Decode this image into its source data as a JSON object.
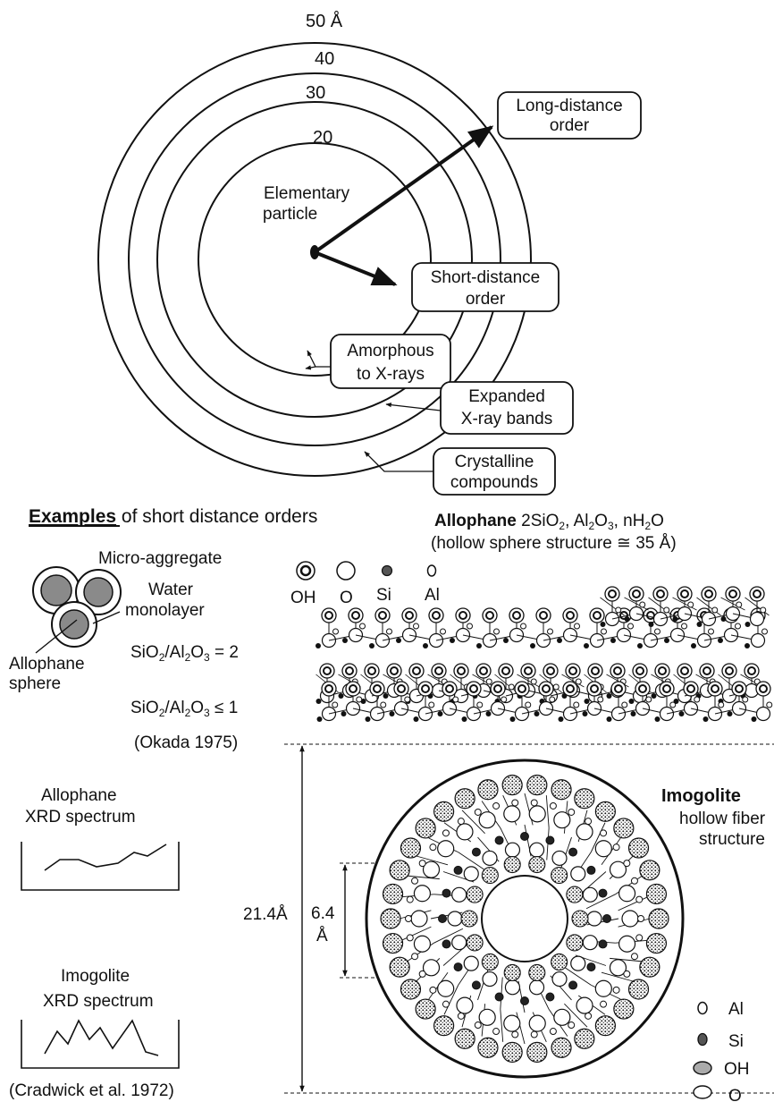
{
  "rings": {
    "r50": "50 Å",
    "r40": "40",
    "r30": "30",
    "r20": "20",
    "center_label": [
      "Elementary",
      "particle"
    ]
  },
  "callouts": {
    "long_distance": [
      "Long-distance",
      "order"
    ],
    "short_distance": [
      "Short-distance",
      "order"
    ],
    "amorphous": [
      "Amorphous",
      "to X-rays"
    ],
    "expanded": [
      "Expanded",
      "X-ray bands"
    ],
    "crystalline": [
      "Crystalline",
      "compounds"
    ]
  },
  "examples": {
    "heading_bold": "Examples",
    "heading_rest": " of short distance orders"
  },
  "left_panel": {
    "micro_aggregate": "Micro-aggregate",
    "water_monolayer": [
      "Water",
      "monolayer"
    ],
    "allophane_sphere": [
      "Allophane",
      "sphere"
    ],
    "ratio1": "SiO2/Al2O3 = 2",
    "ratio2": "SiO2/Al2O3 ≤ 1",
    "citation1": "(Okada 1975)",
    "allophane_xrd": [
      "Allophane",
      "XRD spectrum"
    ],
    "imogolite_xrd": [
      "Imogolite",
      "XRD spectrum"
    ],
    "citation2": "(Cradwick et al. 1972)"
  },
  "allophane": {
    "name": "Allophane",
    "formula": "2SiO2, Al2O3, nH2O",
    "note": "(hollow sphere structure ≅ 35 Å)",
    "legend": [
      "OH",
      "O",
      "Si",
      "Al"
    ]
  },
  "imogolite": {
    "name": "Imogolite",
    "desc": [
      "hollow fiber",
      "structure"
    ],
    "outer_dim": "21.4Å",
    "inner_dim": [
      "6.4",
      "Å"
    ],
    "legend": [
      "Al",
      "Si",
      "OH",
      "O"
    ]
  }
}
